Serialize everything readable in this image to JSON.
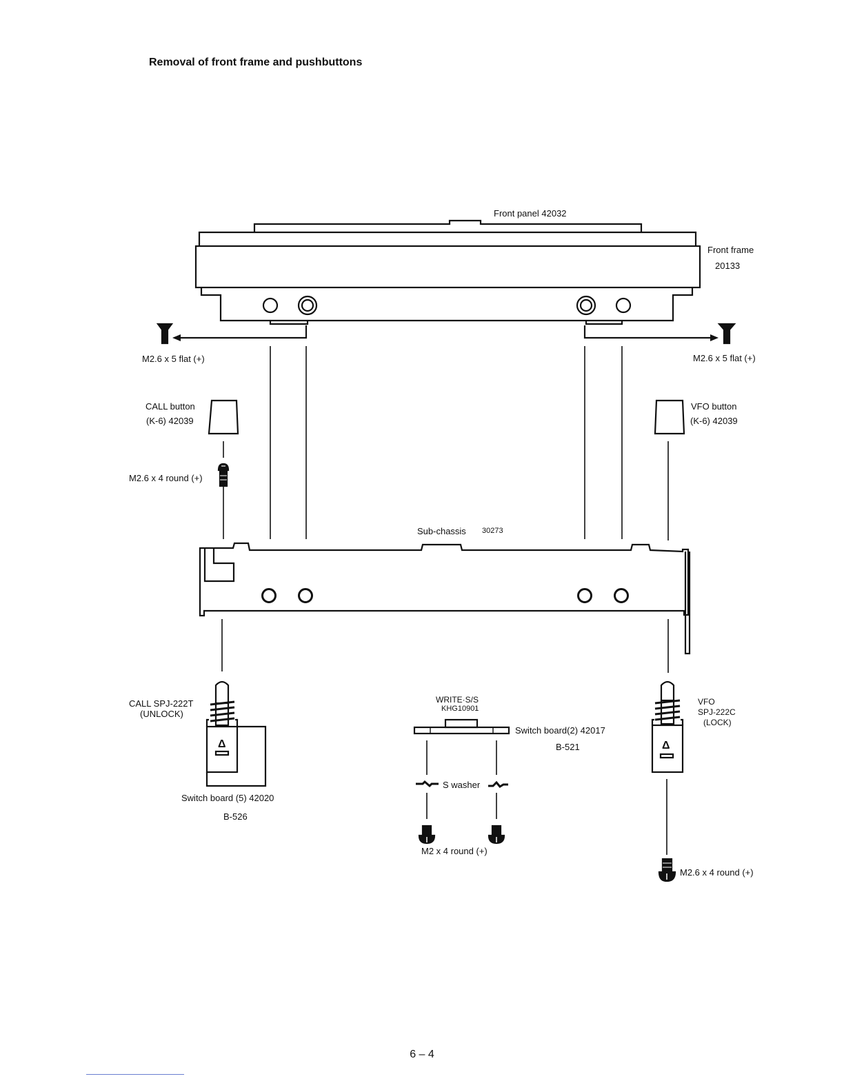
{
  "title": "Removal of front frame and pushbuttons",
  "labels": {
    "front_panel": "Front panel 42032",
    "front_frame_name": "Front frame",
    "front_frame_num": "20133",
    "screw_flat_left": "M2.6 x 5 flat (+)",
    "screw_flat_right": "M2.6 x 5 flat (+)",
    "call_button_line1": "CALL button",
    "call_button_line2": "(K-6) 42039",
    "vfo_button_line1": "VFO button",
    "vfo_button_line2": "(K-6) 42039",
    "screw_round_left": "M2.6 x 4 round (+)",
    "subchassis_name": "Sub-chassis",
    "subchassis_num": "30273",
    "call_switch_line1": "CALL SPJ-222T",
    "call_switch_line2": "(UNLOCK)",
    "switch_board5": "Switch board (5) 42020",
    "switch_board5_code": "B-526",
    "write_line1": "WRITE·S/S",
    "write_line2": "KHG10901",
    "switch_board2": "Switch board(2) 42017",
    "switch_board2_code": "B-521",
    "s_washer": "S washer",
    "screw_m2": "M2 x 4 round (+)",
    "vfo_switch_line1": "VFO",
    "vfo_switch_line2": "SPJ-222C",
    "vfo_switch_line3": "(LOCK)",
    "screw_round_right": "M2.6 x 4 round (+)",
    "arrow_symbol": "Δ"
  },
  "page_number": "6 – 4"
}
